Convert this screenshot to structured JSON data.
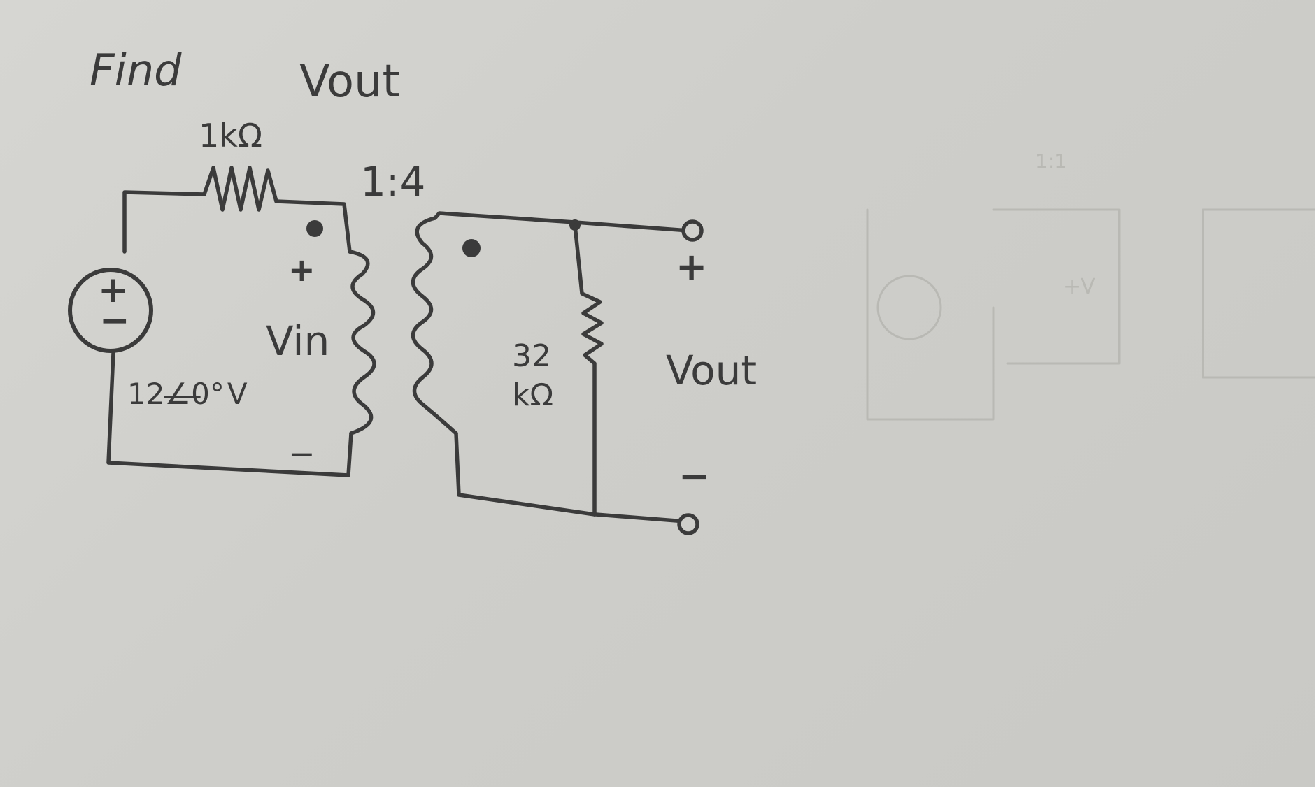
{
  "problem": {
    "prompt_word": "Find",
    "target": "Vout"
  },
  "circuit": {
    "source": {
      "value_magnitude": "12",
      "value_angle": "0°",
      "value_unit": "V",
      "polarity_plus": "+",
      "polarity_minus": "−"
    },
    "series_resistor": {
      "label": "1kΩ"
    },
    "transformer": {
      "ratio": "1:4"
    },
    "primary_voltage": {
      "label": "Vin",
      "plus": "+",
      "minus": "−"
    },
    "load_resistor": {
      "value": "32",
      "unit": "kΩ"
    },
    "output": {
      "label": "Vout",
      "plus": "+",
      "minus": "−"
    }
  }
}
